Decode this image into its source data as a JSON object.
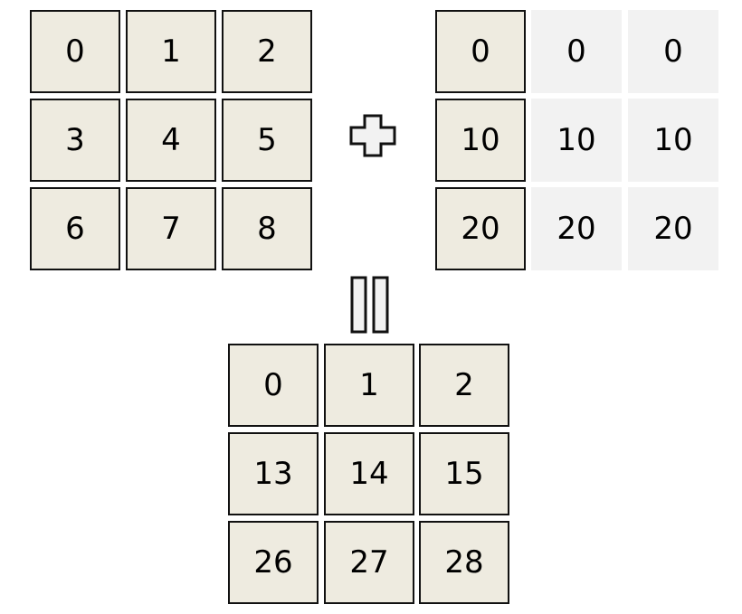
{
  "colors": {
    "cell_fill": "#eeebe0",
    "ghost_fill": "#f2f2f2",
    "border": "#111111",
    "symbol_fill": "#f2f2f2"
  },
  "matrix_a": [
    [
      "0",
      "1",
      "2"
    ],
    [
      "3",
      "4",
      "5"
    ],
    [
      "6",
      "7",
      "8"
    ]
  ],
  "matrix_b": [
    [
      "0",
      "0",
      "0"
    ],
    [
      "10",
      "10",
      "10"
    ],
    [
      "20",
      "20",
      "20"
    ]
  ],
  "matrix_result": [
    [
      "0",
      "1",
      "2"
    ],
    [
      "13",
      "14",
      "15"
    ],
    [
      "26",
      "27",
      "28"
    ]
  ],
  "operators": {
    "plus": "plus-symbol",
    "equals": "equals-symbol"
  }
}
